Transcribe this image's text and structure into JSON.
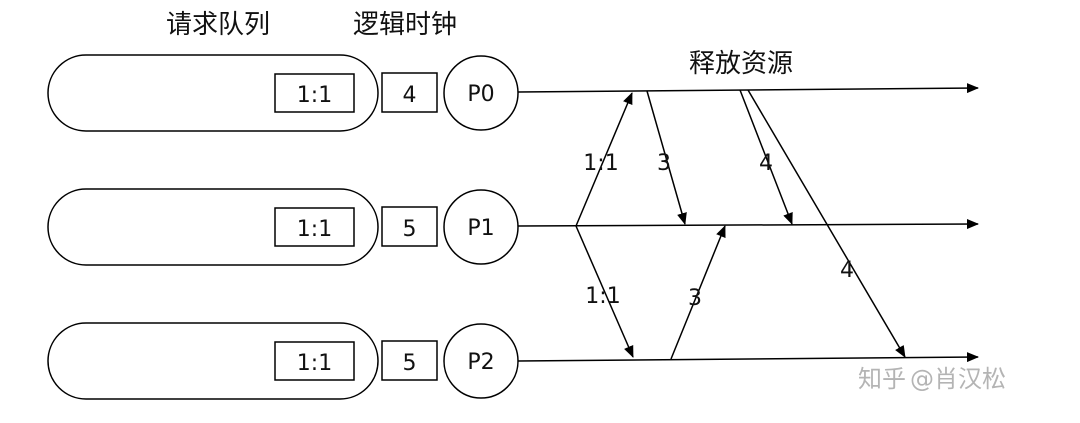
{
  "headers": {
    "request_queue": "请求队列",
    "logical_clock": "逻辑时钟",
    "release": "释放资源"
  },
  "processes": [
    {
      "name": "P0",
      "clock": "4",
      "queue_entry": "1:1"
    },
    {
      "name": "P1",
      "clock": "5",
      "queue_entry": "1:1"
    },
    {
      "name": "P2",
      "clock": "5",
      "queue_entry": "1:1"
    }
  ],
  "messages": {
    "req_p1_to_p0": "1:1",
    "p0_to_p1": "3",
    "release_p0_to_p1": "4",
    "req_p1_to_p2": "1:1",
    "p2_to_p1": "3",
    "release_p0_to_p2": "4"
  },
  "watermark": {
    "brand": "知乎",
    "author": "@肖汉松"
  },
  "colors": {
    "stroke": "#000000",
    "background": "#ffffff"
  }
}
